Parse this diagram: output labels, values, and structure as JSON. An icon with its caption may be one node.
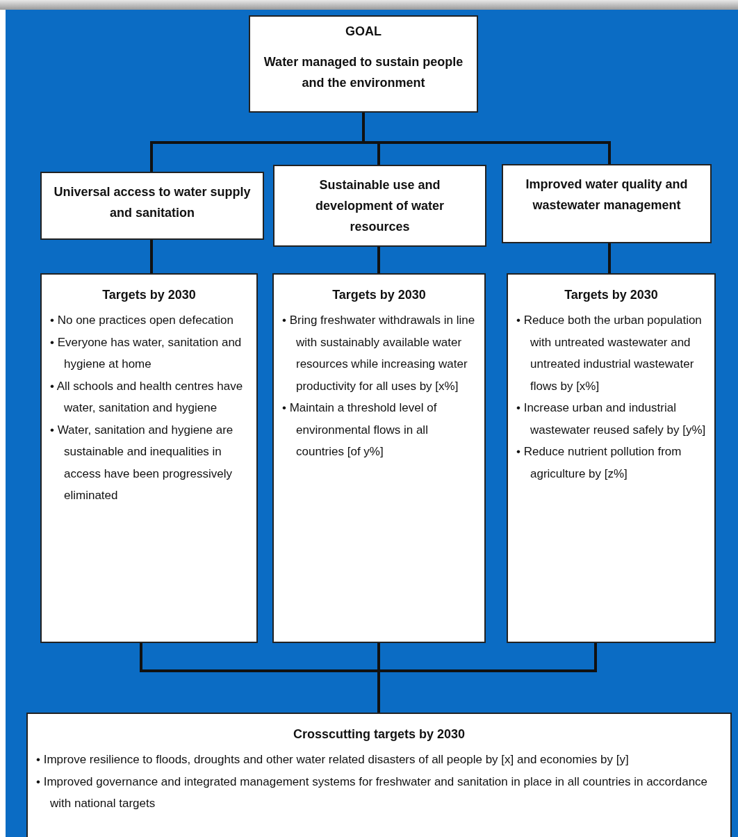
{
  "diagram": {
    "nodes": [
      {
        "text": [
          "GOAL",
          "Water managed to sustain people and the environment"
        ]
      },
      {
        "text": [
          "Universal access to water supply and sanitation"
        ]
      },
      {
        "text": [
          "Sustainable use and development of water resources"
        ]
      },
      {
        "text": [
          "Improved water quality and wastewater management"
        ]
      },
      {
        "text": [
          "Targets by 2030",
          "• No one practices open defecation",
          "• Everyone has water, sanitation and hygiene at home",
          "• All schools and health centres have water, sanitation and hygiene",
          "• Water, sanitation and hygiene are sustainable and inequalities in access have been progressively eliminated"
        ]
      },
      {
        "text": [
          "Targets by 2030",
          "• Bring freshwater withdrawals in line with sustainably available water resources while increasing water productivity for all uses by [x%]",
          "• Maintain a threshold level of environmental flows in all countries [of y%]"
        ]
      },
      {
        "text": [
          "Targets by 2030",
          "• Reduce both the urban population with untreated wastewater and untreated industrial wastewater flows by [x%]",
          "• Increase urban and industrial wastewater reused safely by [y%]",
          "• Reduce nutrient pollution from agriculture by [z%]"
        ]
      },
      {
        "text": [
          "Crosscutting targets by 2030",
          "• Improve resilience to floods, droughts and other water related disasters of all people by [x] and economies by [y]",
          "• Improved governance and integrated management systems for freshwater and sanitation in place in all countries in accordance with national targets"
        ]
      }
    ],
    "edges": [
      {
        "from": 0,
        "to": 1,
        "arrow": "none"
      },
      {
        "from": 0,
        "to": 2,
        "arrow": "none"
      },
      {
        "from": 0,
        "to": 3,
        "arrow": "none"
      },
      {
        "from": 1,
        "to": 4,
        "arrow": "none"
      },
      {
        "from": 2,
        "to": 5,
        "arrow": "none"
      },
      {
        "from": 3,
        "to": 6,
        "arrow": "none"
      },
      {
        "from": 4,
        "to": 7,
        "arrow": "none"
      },
      {
        "from": 5,
        "to": 7,
        "arrow": "none"
      },
      {
        "from": 6,
        "to": 7,
        "arrow": "none"
      }
    ]
  }
}
